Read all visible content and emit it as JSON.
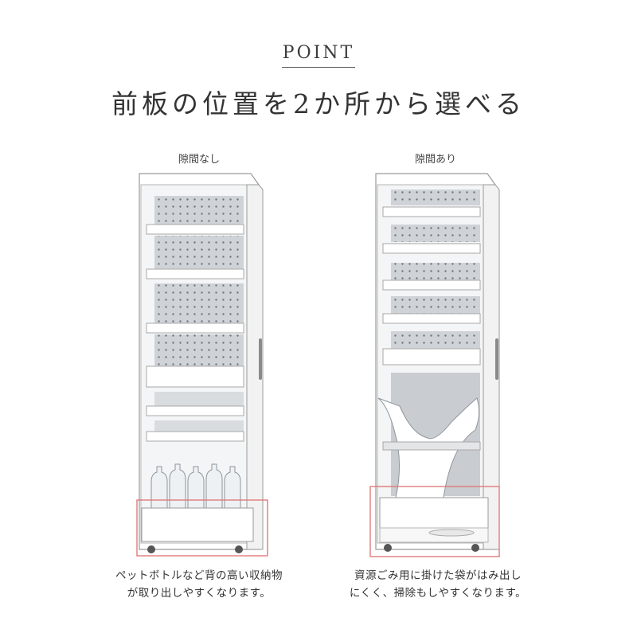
{
  "header": {
    "point": "POINT",
    "title": "前板の位置を2か所から選べる"
  },
  "left_panel": {
    "label": "隙間なし",
    "caption_line1": "ペットボトルなど背の高い収納物",
    "caption_line2": "が取り出しやすくなります。"
  },
  "right_panel": {
    "label": "隙間あり",
    "caption_line1": "資源ごみ用に掛けた袋がはみ出し",
    "caption_line2": "にくく、掃除もしやすくなります。"
  },
  "colors": {
    "highlight": "#e07a7a",
    "pegboard": "#cfd3d8",
    "cabinet": "#ffffff",
    "outline": "#9a9a9a"
  }
}
